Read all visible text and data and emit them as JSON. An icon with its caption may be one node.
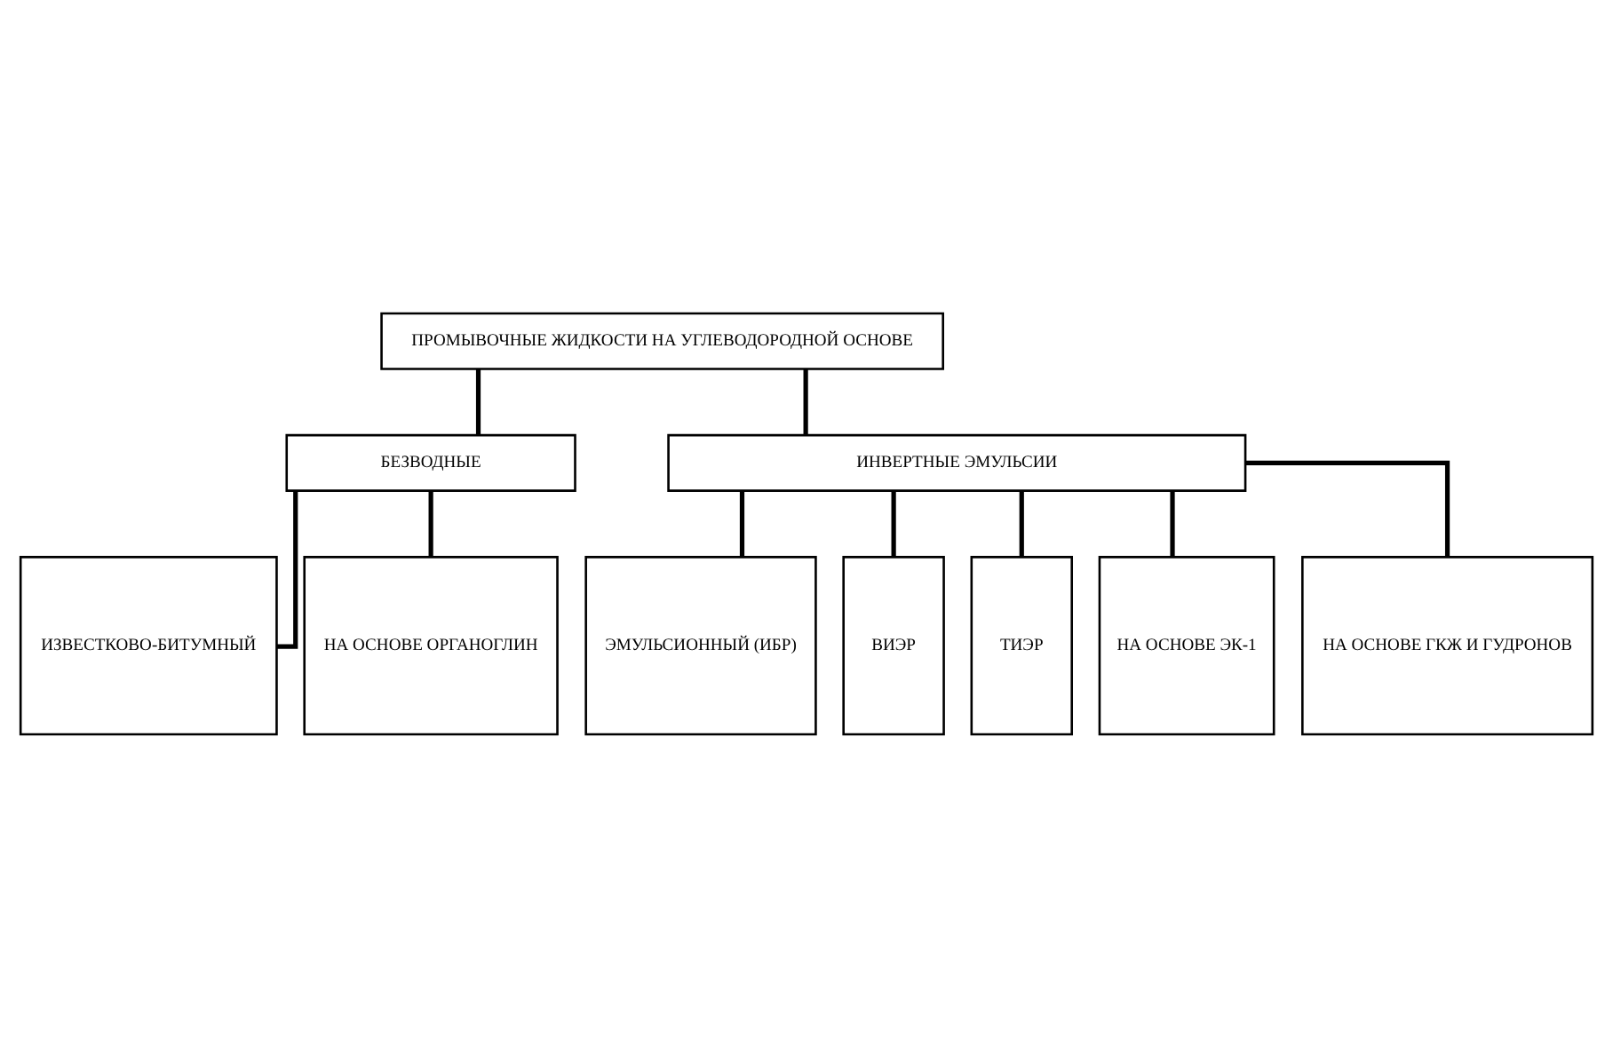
{
  "diagram": {
    "nodes": [
      {
        "text": [
          "ПРОМЫВОЧНЫЕ ЖИДКОСТИ НА УГЛЕВОДОРОДНОЙ ОСНОВЕ"
        ]
      },
      {
        "text": [
          "БЕЗВОДНЫЕ"
        ]
      },
      {
        "text": [
          "ИНВЕРТНЫЕ ЭМУЛЬСИИ"
        ]
      },
      {
        "text": [
          "ИЗВЕСТКОВО-БИТУМНЫЙ"
        ]
      },
      {
        "text": [
          "НА ОСНОВЕ ОРГАНОГЛИН"
        ]
      },
      {
        "text": [
          "ЭМУЛЬСИОННЫЙ (ИБР)"
        ]
      },
      {
        "text": [
          "ВИЭР"
        ]
      },
      {
        "text": [
          "ТИЭР"
        ]
      },
      {
        "text": [
          "НА ОСНОВЕ ЭК-1"
        ]
      },
      {
        "text": [
          "НА ОСНОВЕ ГКЖ И ГУДРОНОВ"
        ]
      }
    ],
    "edges": [
      {
        "from": 0,
        "to": 1,
        "arrow": "none"
      },
      {
        "from": 0,
        "to": 2,
        "arrow": "none"
      },
      {
        "from": 1,
        "to": 3,
        "arrow": "none"
      },
      {
        "from": 1,
        "to": 4,
        "arrow": "none"
      },
      {
        "from": 2,
        "to": 5,
        "arrow": "none"
      },
      {
        "from": 2,
        "to": 6,
        "arrow": "none"
      },
      {
        "from": 2,
        "to": 7,
        "arrow": "none"
      },
      {
        "from": 2,
        "to": 8,
        "arrow": "none"
      },
      {
        "from": 2,
        "to": 9,
        "arrow": "none"
      }
    ]
  }
}
